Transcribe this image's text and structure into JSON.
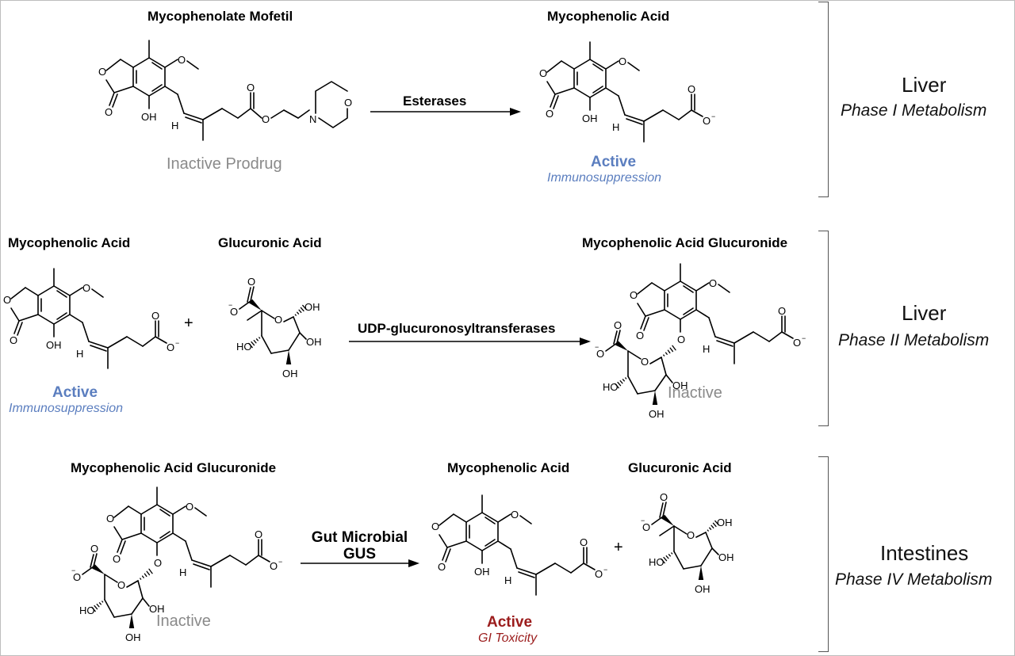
{
  "colors": {
    "active_blue": "#5b7ebf",
    "active_red": "#9b1c1c",
    "inactive_gray": "#8a8a8a"
  },
  "atoms": {
    "O": "O",
    "OH": "OH",
    "HO": "HO",
    "H": "H",
    "N": "N",
    "minus": "−"
  },
  "row1": {
    "left_title": "Mycophenolate Mofetil",
    "left_caption": "Inactive Prodrug",
    "enzyme": "Esterases",
    "right_title": "Mycophenolic Acid",
    "right_status": "Active",
    "right_effect": "Immunosuppression",
    "organ": "Liver",
    "phase": "Phase I Metabolism"
  },
  "row2": {
    "left_title": "Mycophenolic Acid",
    "left_status": "Active",
    "left_effect": "Immunosuppression",
    "plus": "+",
    "mid_title": "Glucuronic Acid",
    "enzyme": "UDP-glucuronosyltransferases",
    "right_title": "Mycophenolic Acid Glucuronide",
    "right_caption": "Inactive",
    "organ": "Liver",
    "phase": "Phase II Metabolism"
  },
  "row3": {
    "left_title": "Mycophenolic Acid Glucuronide",
    "left_caption": "Inactive",
    "enzyme_line1": "Gut Microbial",
    "enzyme_line2": "GUS",
    "mid_title": "Mycophenolic Acid",
    "mid_status": "Active",
    "mid_effect": "GI Toxicity",
    "plus": "+",
    "right_title": "Glucuronic Acid",
    "organ": "Intestines",
    "phase": "Phase IV Metabolism"
  }
}
